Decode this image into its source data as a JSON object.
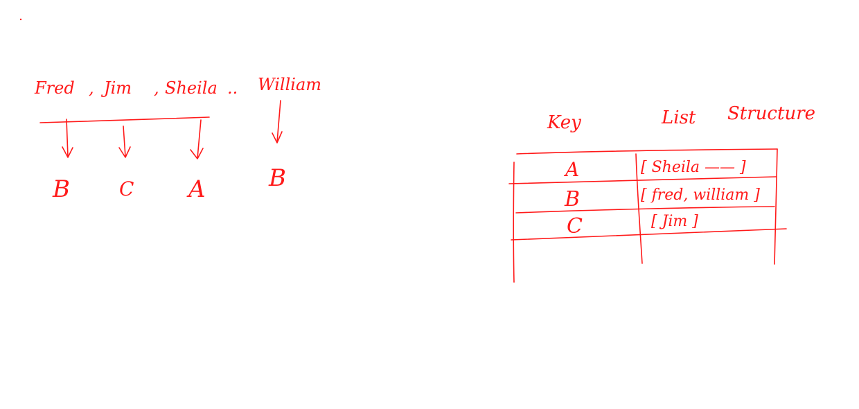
{
  "ink_color": "#ff1a1a",
  "background_color": "#ffffff",
  "mapping": {
    "names": [
      "Fred",
      "Jim",
      "Sheila",
      "William"
    ],
    "separators": [
      ",",
      ",",
      "..",
      ""
    ],
    "buckets": [
      "B",
      "C",
      "A",
      "B"
    ]
  },
  "table": {
    "headers": [
      "Key",
      "List",
      "Structure"
    ],
    "rows": [
      {
        "key": "A",
        "list": "[ Sheila —— ]"
      },
      {
        "key": "B",
        "list": "[ fred, william ]"
      },
      {
        "key": "C",
        "list": "[ Jim ]"
      }
    ]
  }
}
